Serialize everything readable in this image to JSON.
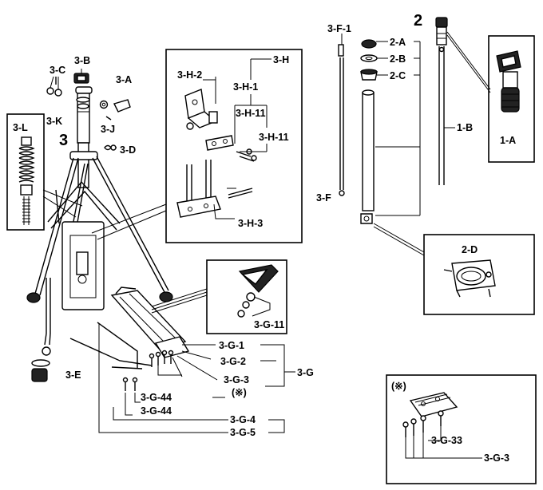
{
  "diagram": {
    "labels": {
      "l_3C": "3-C",
      "l_3B": "3-B",
      "l_3A": "3-A",
      "l_3K": "3-K",
      "l_3J": "3-J",
      "l_3": "3",
      "l_3D": "3-D",
      "l_3L": "3-L",
      "l_3E": "3-E",
      "l_3H": "3-H",
      "l_3H2": "3-H-2",
      "l_3H1": "3-H-1",
      "l_3H11a": "3-H-11",
      "l_3H11b": "3-H-11",
      "l_3H3": "3-H-3",
      "l_3G11": "3-G-11",
      "l_3G1": "3-G-1",
      "l_3G2": "3-G-2",
      "l_3G3": "3-G-3",
      "l_3G": "3-G",
      "l_note": "(※)",
      "l_3G44a": "3-G-44",
      "l_3G44b": "3-G-44",
      "l_3G4": "3-G-4",
      "l_3G5": "3-G-5",
      "l_3F1": "3-F-1",
      "l_3F": "3-F",
      "l_2": "2",
      "l_2A": "2-A",
      "l_2B": "2-B",
      "l_2C": "2-C",
      "l_1B": "1-B",
      "l_1A": "1-A",
      "l_2D": "2-D",
      "l_note2": "(※)",
      "l_3G33": "3-G-33",
      "l_3G3b": "3-G-3"
    }
  }
}
